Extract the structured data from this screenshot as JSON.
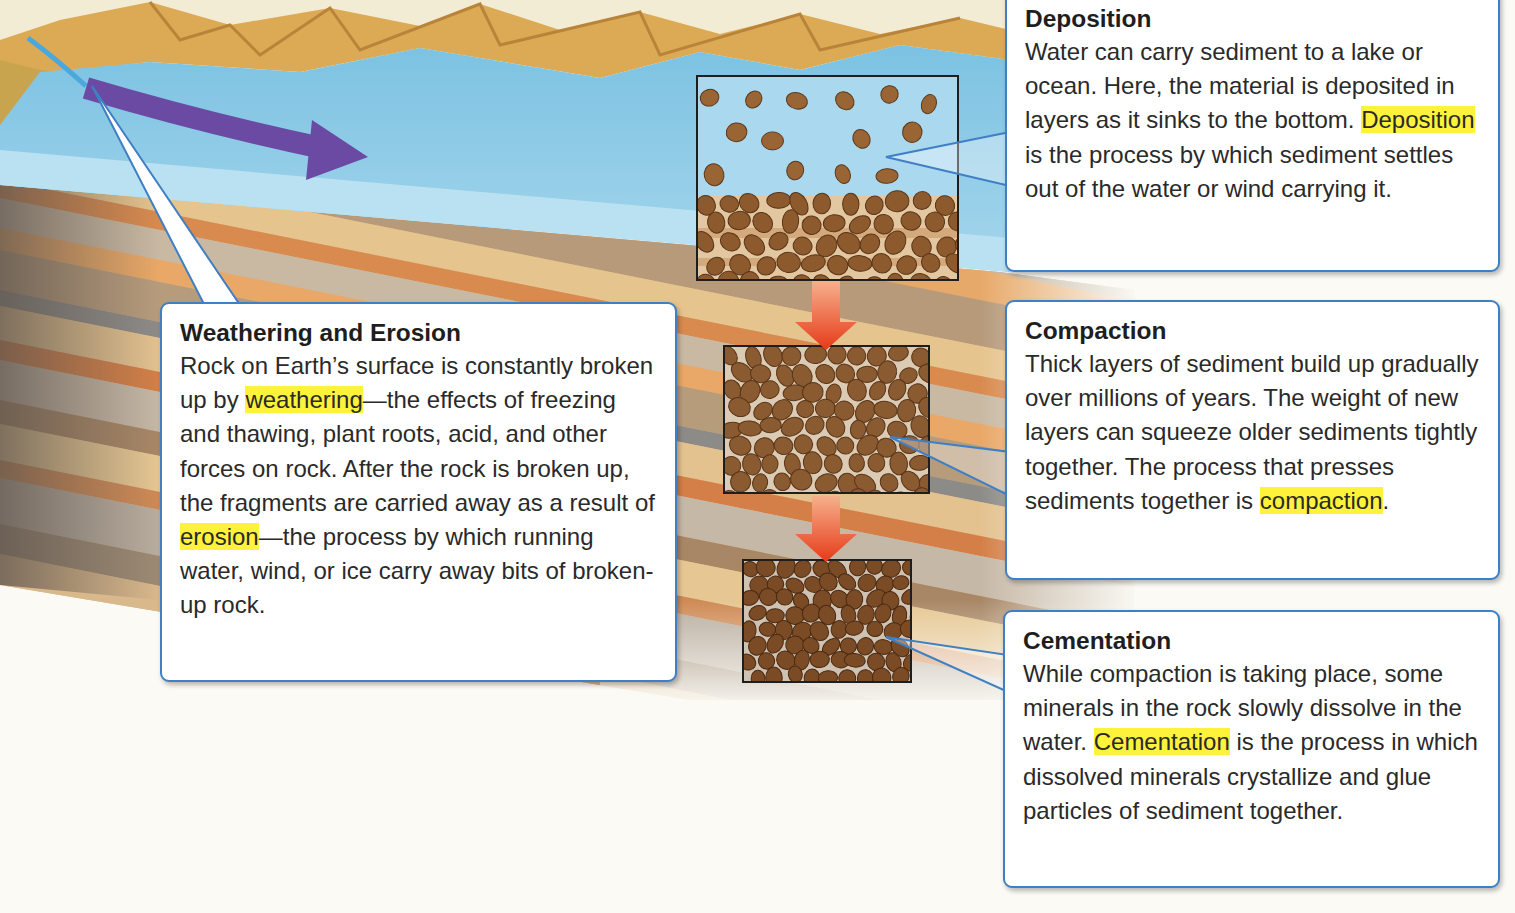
{
  "diagram": {
    "nodes": [
      {
        "text": [
          "Weathering and Erosion",
          "Rock on Earth’s surface is constantly broken up by weathering—the effects of freezing and thawing, plant roots, acid, and other forces on rock. After the rock is broken up, the fragments are carried away as a result of erosion—the process by which running water, wind, or ice carry away bits of broken-up rock."
        ]
      },
      {
        "text": [
          "Deposition",
          "Water can carry sediment to a lake or ocean. Here, the material is deposited in layers as it sinks to the bottom. Deposition is the process by which sediment settles out of the water or wind carrying it."
        ]
      },
      {
        "text": [
          "Compaction",
          "Thick layers of sediment build up gradually over millions of years. The weight of new layers can squeeze older sediments tightly together. The process that presses sediments together is compaction."
        ]
      },
      {
        "text": [
          "Cementation",
          "While compaction is taking place, some minerals in the rock slowly dissolve in the water. Cementation is the process in which dissolved minerals crystallize and glue particles of sediment together."
        ]
      }
    ]
  }
}
